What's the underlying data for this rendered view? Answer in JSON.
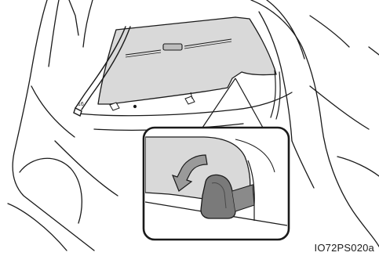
{
  "figure": {
    "id_label": "IO72PS020a"
  },
  "colors": {
    "line": "#1a1a1a",
    "cover_fill": "#d9d9d9",
    "hook_fill": "#7a7a7a",
    "arrow_fill": "#9a9a9a",
    "callout_fill": "#ffffff",
    "background": "#ffffff"
  },
  "illustration": {
    "subject": "rear-cargo-area-tonneau-cover",
    "callout_detail": "cover-strap-hook-release"
  }
}
